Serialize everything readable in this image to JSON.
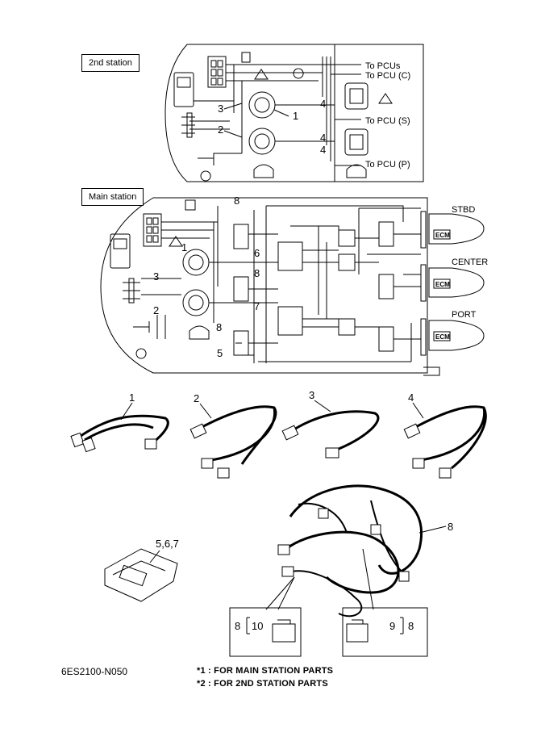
{
  "stations": {
    "second": "2nd station",
    "main": "Main station"
  },
  "destinations": {
    "pcus": "To PCUs",
    "pcu_c": "To PCU (C)",
    "pcu_s": "To PCU (S)",
    "pcu_p": "To PCU (P)"
  },
  "engines": {
    "stbd": "STBD",
    "center": "CENTER",
    "port": "PORT",
    "ecm": "ECM"
  },
  "callouts": {
    "n1": "1",
    "n2": "2",
    "n3": "3",
    "n4": "4",
    "n5": "5",
    "n6": "6",
    "n7": "7",
    "n8": "8",
    "n567": "5,6,7",
    "detail_left_parent": "8",
    "detail_left_child": "10",
    "detail_right_child": "9",
    "detail_right_parent": "8"
  },
  "footer": {
    "code": "6ES2100-N050",
    "note1": "*1 : FOR MAIN STATION PARTS",
    "note2": "*2 : FOR 2ND STATION PARTS"
  }
}
